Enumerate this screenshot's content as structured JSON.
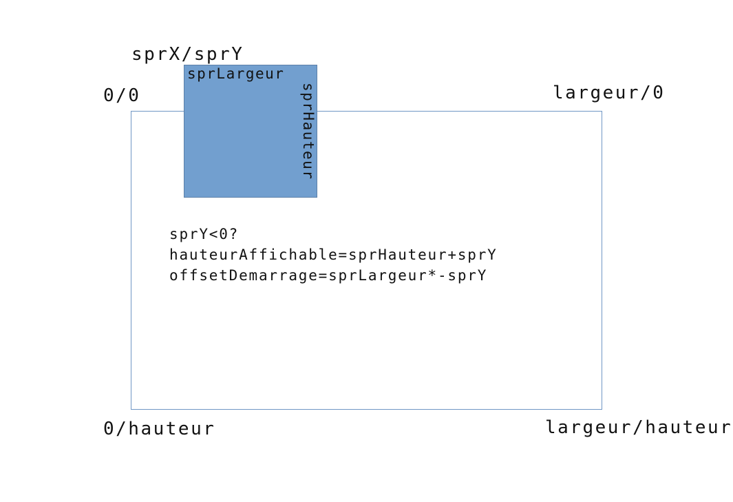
{
  "corners": {
    "top_left": "0/0",
    "top_right": "largeur/0",
    "bottom_left": "0/hauteur",
    "bottom_right": "largeur/hauteur"
  },
  "sprite": {
    "position_label": "sprX/sprY",
    "width_label": "sprLargeur",
    "height_label": "sprHauteur",
    "fill_color": "#729fcf"
  },
  "screen": {
    "border_color": "#6f96c4"
  },
  "formula": {
    "condition": "sprY<0?",
    "line1": "hauteurAffichable=sprHauteur+sprY",
    "line2": "offsetDemarrage=sprLargeur*-sprY"
  }
}
